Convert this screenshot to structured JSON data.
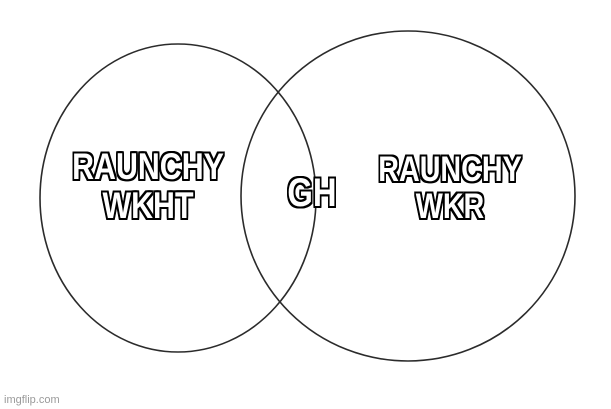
{
  "diagram": {
    "left_label": [
      "RAUNCHY",
      "WKHT"
    ],
    "center_label": "GH",
    "right_label": [
      "RAUNCHY",
      "WKR"
    ],
    "stroke_color": "#2b2b2b",
    "text_color": "#ffffff",
    "outline_color": "#000000"
  },
  "watermark": "imgflip.com"
}
